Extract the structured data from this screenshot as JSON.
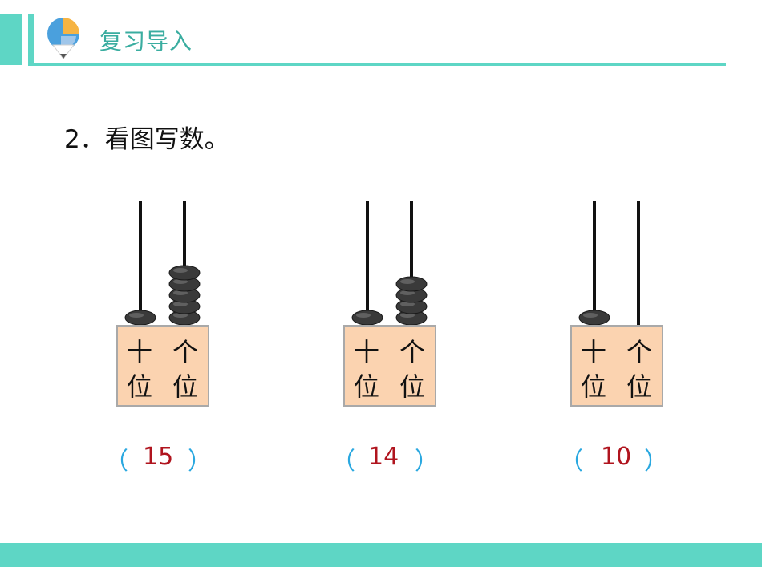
{
  "header": {
    "title": "复习导入"
  },
  "question": {
    "text": "2．看图写数。"
  },
  "abacuses": [
    {
      "tens_label_1": "十",
      "tens_label_2": "位",
      "ones_label_1": "个",
      "ones_label_2": "位",
      "tens_beads": 1,
      "ones_beads": 5,
      "answer": "15",
      "paren_open": "（",
      "paren_close": "）"
    },
    {
      "tens_label_1": "十",
      "tens_label_2": "位",
      "ones_label_1": "个",
      "ones_label_2": "位",
      "tens_beads": 1,
      "ones_beads": 4,
      "answer": "14",
      "paren_open": "（",
      "paren_close": "）"
    },
    {
      "tens_label_1": "十",
      "tens_label_2": "位",
      "ones_label_1": "个",
      "ones_label_2": "位",
      "tens_beads": 1,
      "ones_beads": 0,
      "answer": "10",
      "paren_open": "（",
      "paren_close": "）"
    }
  ],
  "colors": {
    "accent": "#5ed6c5",
    "title": "#3aada0",
    "box_fill": "#fbd3b0",
    "answer": "#b0141e",
    "paren": "#2aa8e0",
    "bead": "#3a3a3a"
  }
}
